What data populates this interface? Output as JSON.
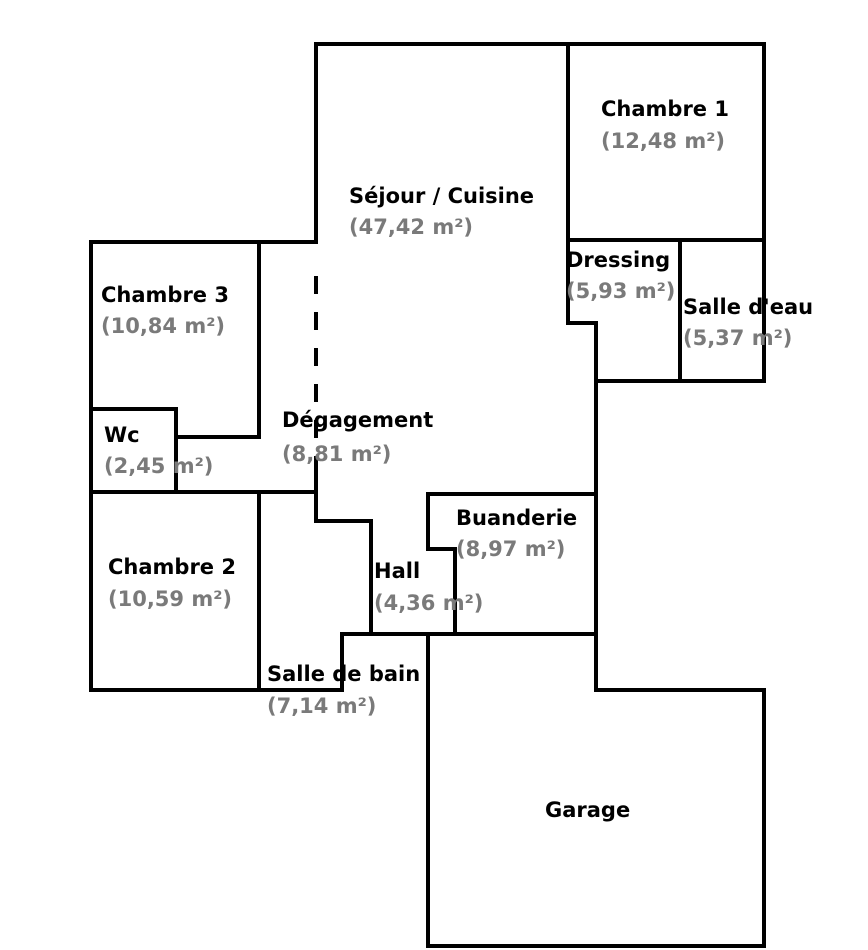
{
  "rooms": [
    {
      "id": "sejour",
      "name": "Séjour / Cuisine",
      "area": "(47,42 m²)"
    },
    {
      "id": "chambre1",
      "name": "Chambre 1",
      "area": "(12,48 m²)"
    },
    {
      "id": "dressing",
      "name": "Dressing",
      "area": "(5,93 m²)"
    },
    {
      "id": "salle-eau",
      "name": "Salle d'eau",
      "area": "(5,37 m²)"
    },
    {
      "id": "chambre3",
      "name": "Chambre 3",
      "area": "(10,84 m²)"
    },
    {
      "id": "wc",
      "name": "Wc",
      "area": "(2,45 m²)"
    },
    {
      "id": "degagement",
      "name": "Dégagement",
      "area": "(8,81 m²)"
    },
    {
      "id": "buanderie",
      "name": "Buanderie",
      "area": "(8,97 m²)"
    },
    {
      "id": "chambre2",
      "name": "Chambre 2",
      "area": "(10,59 m²)"
    },
    {
      "id": "hall",
      "name": "Hall",
      "area": "(4,36 m²)"
    },
    {
      "id": "salle-bain",
      "name": "Salle de bain",
      "area": "(7,14 m²)"
    },
    {
      "id": "garage",
      "name": "Garage",
      "area": ""
    }
  ]
}
